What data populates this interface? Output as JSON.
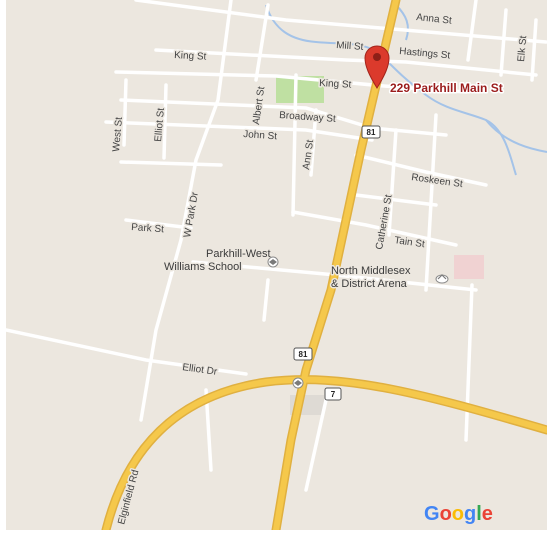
{
  "map": {
    "marker_label": "229 Parkhill Main St",
    "streets": {
      "anna": "Anna St",
      "mill": "Mill St",
      "hastings": "Hastings St",
      "elk": "Elk St",
      "king_west": "King St",
      "king_east": "King St",
      "broadway": "Broadway St",
      "john": "John St",
      "albert": "Albert St",
      "elliot_st": "Elliot St",
      "west": "West St",
      "ann": "Ann St",
      "roskeen": "Roskeen St",
      "catherine": "Catherine St",
      "tain": "Tain St",
      "park": "Park St",
      "w_park_dr": "W Park Dr",
      "elliot_dr": "Elliot Dr",
      "elginfield": "Elginfield Rd"
    },
    "pois": {
      "school_line1": "Parkhill-West",
      "school_line2": "Williams School",
      "arena_line1": "North Middlesex",
      "arena_line2": "& District Arena"
    },
    "route_shields": {
      "hwy81_top": "81",
      "hwy81_bottom": "81",
      "hwy7": "7"
    },
    "attribution": {
      "logo_letters": [
        "G",
        "o",
        "o",
        "g",
        "l",
        "e"
      ],
      "logo_colors": [
        "#4285F4",
        "#EA4335",
        "#FBBC05",
        "#4285F4",
        "#34A853",
        "#EA4335"
      ]
    },
    "colors": {
      "land": "#ece7df",
      "highway_fill": "#f5c84b",
      "highway_casing": "#e0b040",
      "minor_road": "#ffffff",
      "water": "#a4c3e8",
      "park": "#bfe0a2",
      "marker": "#db3a2c"
    }
  }
}
